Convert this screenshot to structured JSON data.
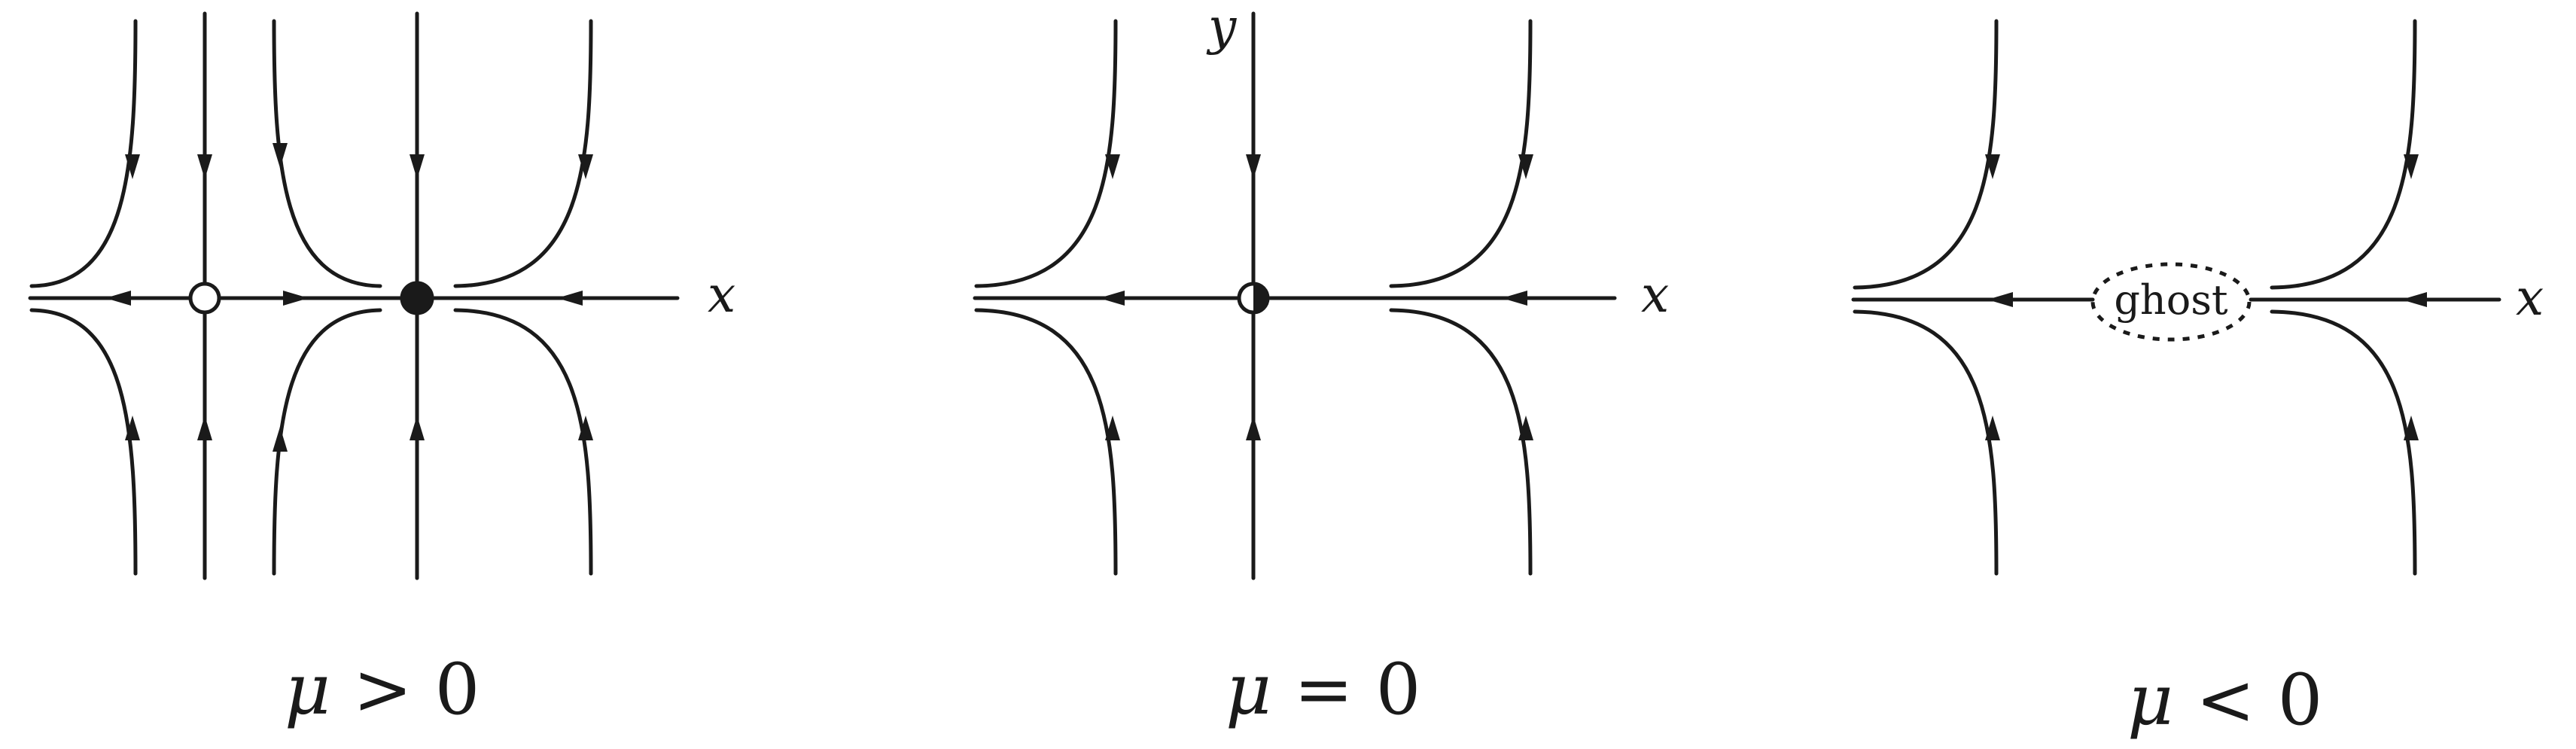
{
  "figure": {
    "panels": [
      {
        "id": "mu-positive",
        "caption_symbol": "μ",
        "caption_relation": " > 0",
        "x_axis_label": "x",
        "y_axis_label": "",
        "fixed_points": [
          {
            "kind": "unstable",
            "fill": "open"
          },
          {
            "kind": "stable",
            "fill": "filled"
          }
        ]
      },
      {
        "id": "mu-zero",
        "caption_symbol": "μ",
        "caption_relation": " = 0",
        "x_axis_label": "x",
        "y_axis_label": "y",
        "fixed_points": [
          {
            "kind": "half-stable",
            "fill": "half"
          }
        ]
      },
      {
        "id": "mu-negative",
        "caption_symbol": "μ",
        "caption_relation": " < 0",
        "x_axis_label": "x",
        "y_axis_label": "",
        "ghost_label": "ghost",
        "fixed_points": []
      }
    ],
    "colors": {
      "ink": "#1a1a1a",
      "background": "#ffffff"
    }
  }
}
